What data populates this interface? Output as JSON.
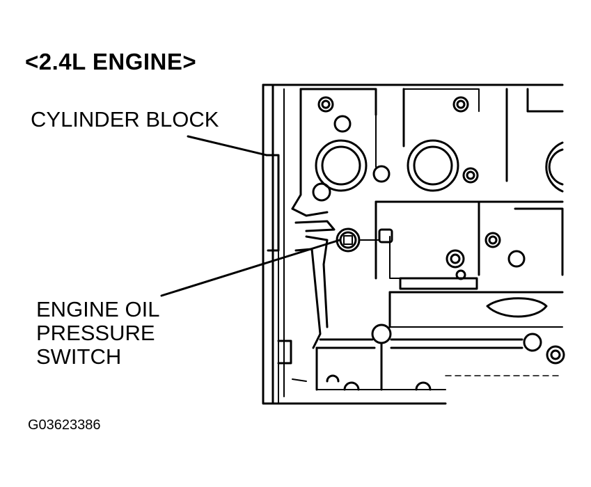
{
  "title": "<2.4L ENGINE>",
  "labels": {
    "cylinder_block": "CYLINDER BLOCK",
    "oil_switch": [
      "ENGINE OIL",
      "PRESSURE",
      "SWITCH"
    ]
  },
  "figure_code": "G03623386"
}
